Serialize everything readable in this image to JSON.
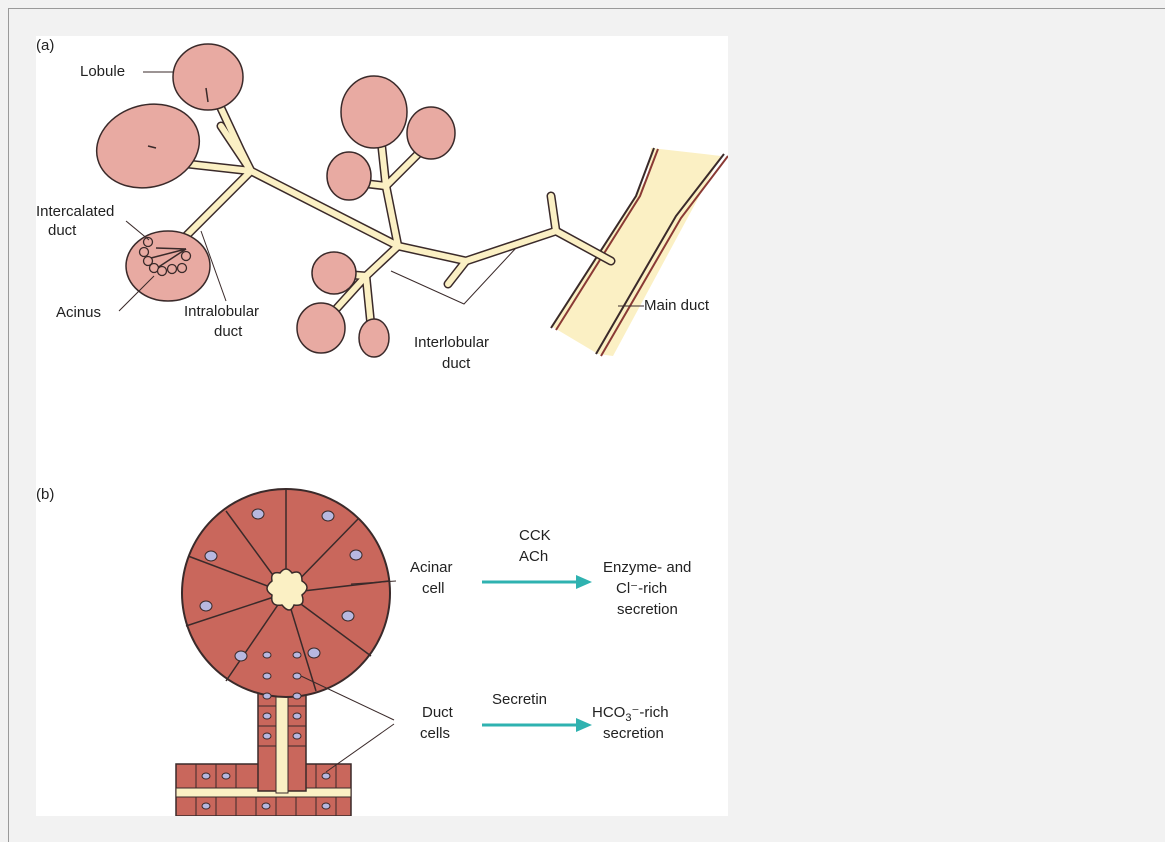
{
  "panel_a": {
    "label": "(a)",
    "lobule": "Lobule",
    "intercalated_1": "Intercalated",
    "intercalated_2": "duct",
    "acinus": "Acinus",
    "intralobular_1": "Intralobular",
    "intralobular_2": "duct",
    "interlobular_1": "Interlobular",
    "interlobular_2": "duct",
    "main_duct": "Main duct"
  },
  "panel_b": {
    "label": "(b)",
    "acinar_1": "Acinar",
    "acinar_2": "cell",
    "stim1_1": "CCK",
    "stim1_2": "ACh",
    "result1_1": "Enzyme- and",
    "result1_2": "Cl⁻-rich",
    "result1_3": "secretion",
    "duct_1": "Duct",
    "duct_2": "cells",
    "stim2": "Secretin",
    "result2_1a": "HCO",
    "result2_1sub": "3",
    "result2_1b": "⁻-rich",
    "result2_2": "secretion"
  },
  "colors": {
    "lobule_fill": "#e8aaa2",
    "lobule_stroke": "#3a2a2a",
    "duct_fill": "#fbf0c4",
    "acinar_fill": "#c9675c",
    "nucleus": "#b7b8e0",
    "arrow": "#2fb2b0",
    "main_duct_stroke": "#8a3a35"
  }
}
